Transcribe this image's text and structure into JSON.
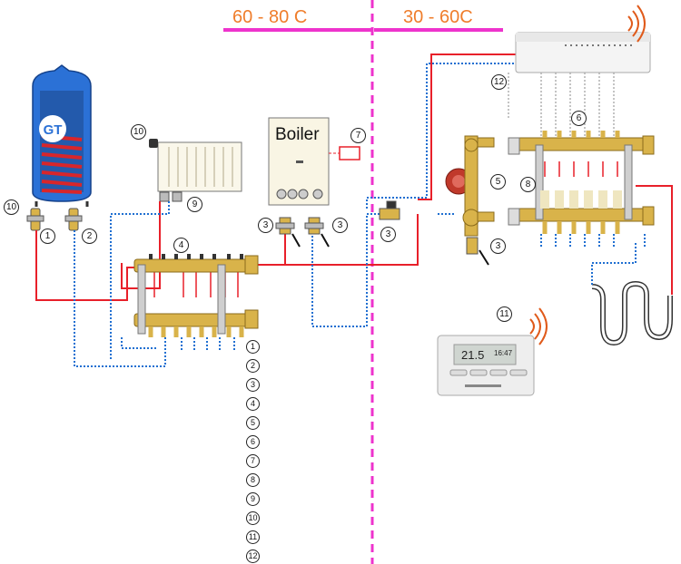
{
  "zones": {
    "left_temp": "60 - 80 C",
    "right_temp": "30 - 60C"
  },
  "boiler": {
    "label": "Boiler"
  },
  "tank": {
    "logo": "GT"
  },
  "thermostat": {
    "temperature": "21.5",
    "time": "16:47"
  },
  "callouts": {
    "tank_valve": "10",
    "supply_valve_1": "1",
    "return_valve_2": "2",
    "radiator_10": "10",
    "radiator_valve_9": "9",
    "manifold_4": "4",
    "boiler_valve_left": "3",
    "boiler_valve_right": "3",
    "room_sensor_7": "7",
    "ball_valve_3": "3",
    "pump_5": "5",
    "mixing_valve_3": "3",
    "ufh_manifold_6": "6",
    "ufh_manifold_8": "8",
    "controller_12": "12",
    "thermostat_11": "11"
  },
  "legend": [
    "1",
    "2",
    "3",
    "4",
    "5",
    "6",
    "7",
    "8",
    "9",
    "10",
    "11",
    "12"
  ],
  "colors": {
    "zone_bar": "#ee33cc",
    "zone_text": "#ef7d2b",
    "supply_pipe": "#e8202a",
    "return_pipe": "#1f6fd1",
    "tank_body": "#2b71d6",
    "coil": "#d8262b",
    "brass": "#d9b34a"
  },
  "icons": [
    "wifi-icon",
    "wifi-icon"
  ]
}
